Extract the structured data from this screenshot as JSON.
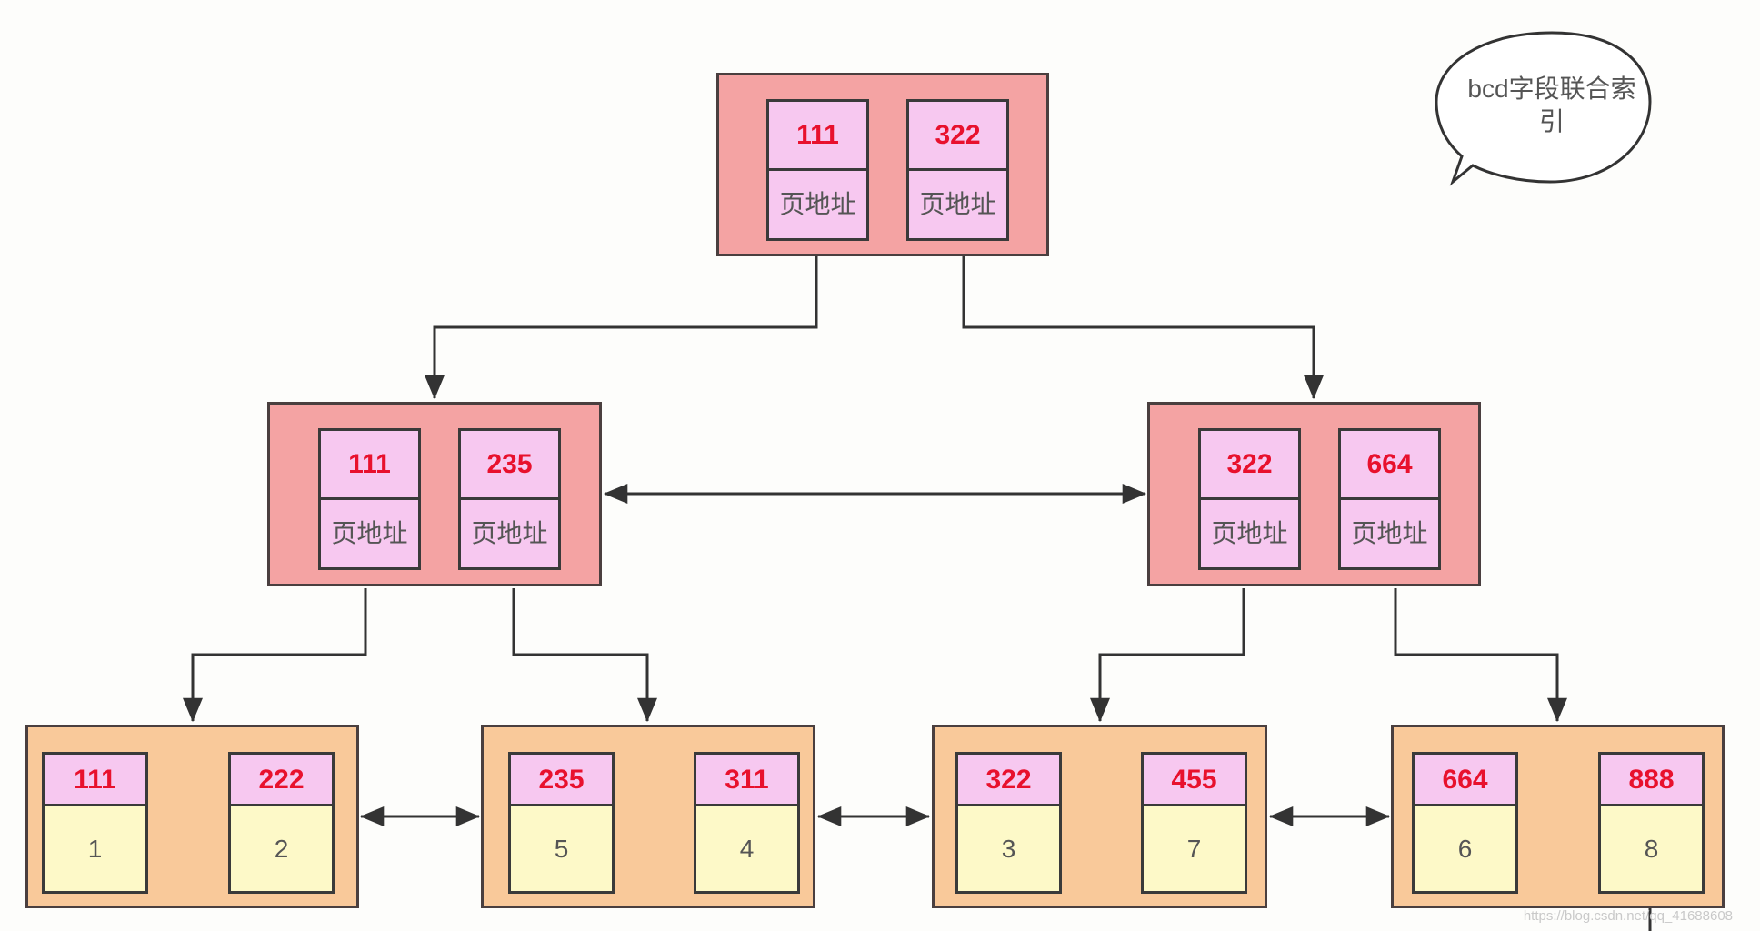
{
  "bubble": {
    "text": "bcd字段联合索引"
  },
  "address_label": "页地址",
  "root": {
    "keys": [
      "111",
      "322"
    ]
  },
  "internal_left": {
    "keys": [
      "111",
      "235"
    ]
  },
  "internal_right": {
    "keys": [
      "322",
      "664"
    ]
  },
  "leaves": [
    {
      "entries": [
        {
          "key": "111",
          "value": "1"
        },
        {
          "key": "222",
          "value": "2"
        }
      ]
    },
    {
      "entries": [
        {
          "key": "235",
          "value": "5"
        },
        {
          "key": "311",
          "value": "4"
        }
      ]
    },
    {
      "entries": [
        {
          "key": "322",
          "value": "3"
        },
        {
          "key": "455",
          "value": "7"
        }
      ]
    },
    {
      "entries": [
        {
          "key": "664",
          "value": "6"
        },
        {
          "key": "888",
          "value": "8"
        }
      ]
    }
  ],
  "watermark": "https://blog.csdn.net/qq_41688608",
  "colors": {
    "internal_page": "#f4a3a3",
    "leaf_page": "#f9c99a",
    "key_cell": "#f7c8f0",
    "key_text": "#e8112d",
    "value_cell": "#fdf9c8"
  }
}
